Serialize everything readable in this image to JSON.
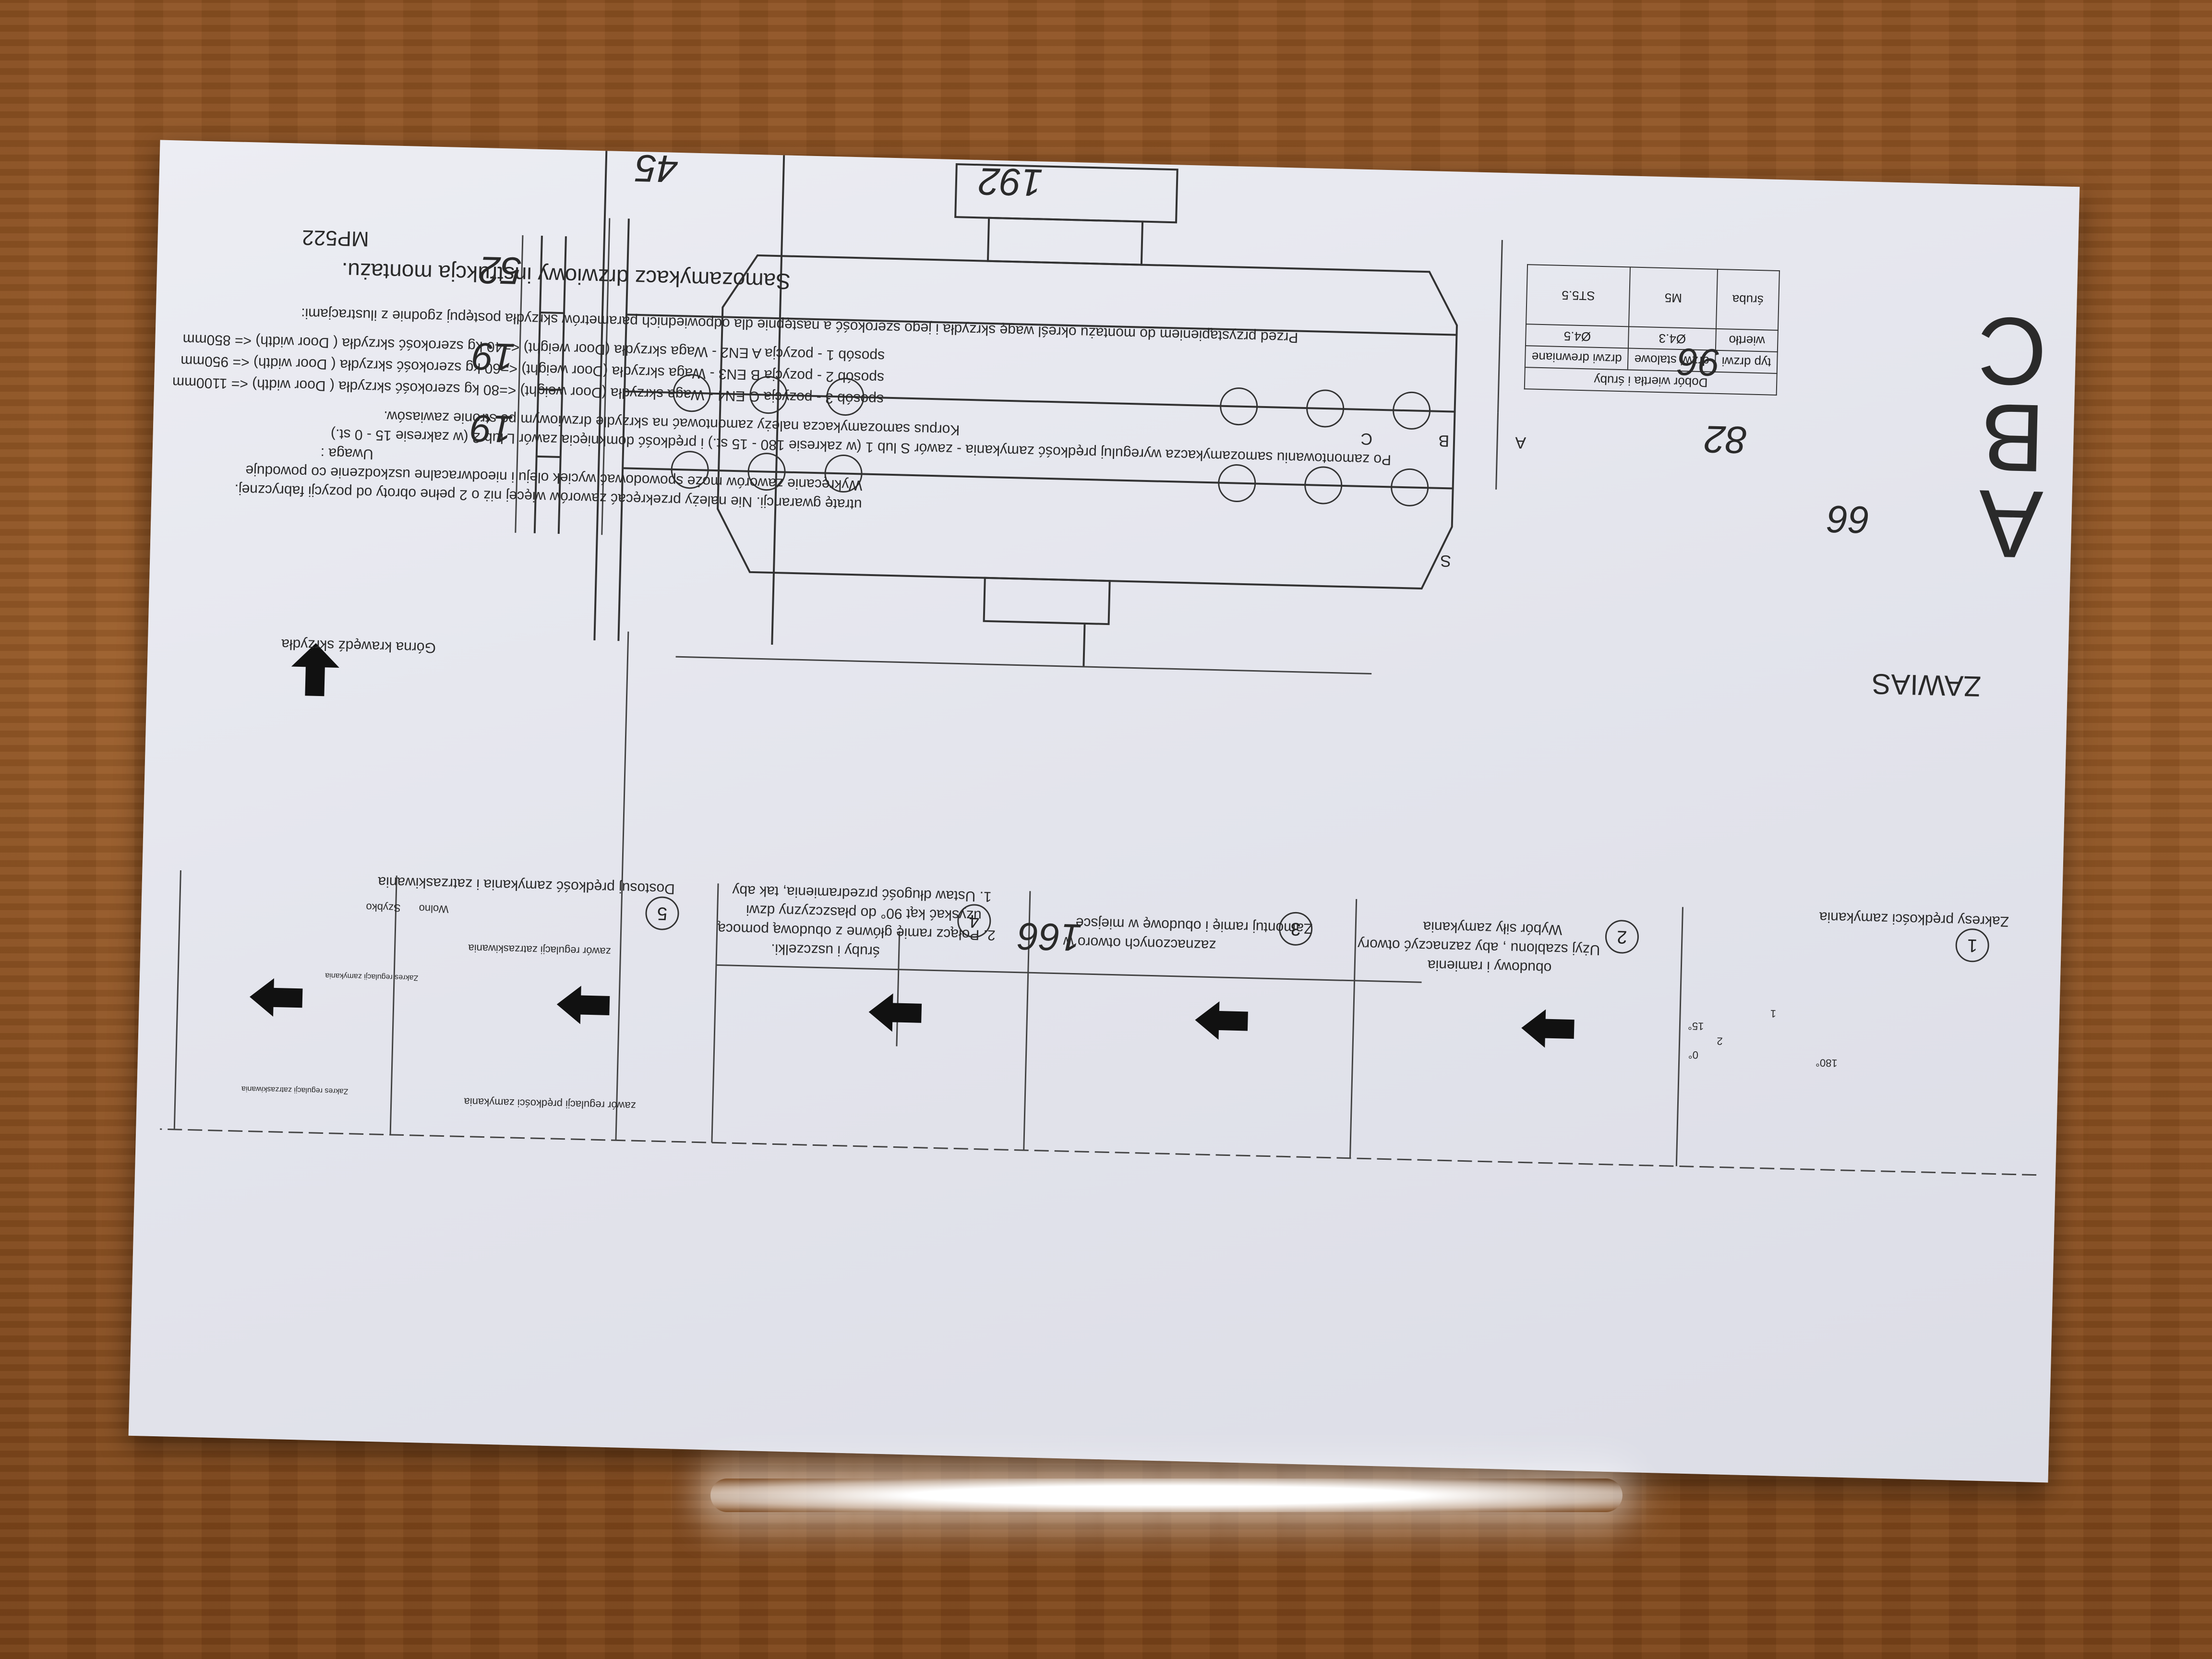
{
  "doc": {
    "model": "MP522",
    "title": "Samozamykacz drzwiowy instrukcja montażu.",
    "intro": "Przed przystąpieniem do montażu określ wagę skrzydła i jego szerokość a następnie dla odpowiednich parametrów skrzydła postępuj zgodnie z ilustracjami:",
    "methods": [
      "sposób 1 - pozycja A EN2 - Waga skrzydła (Door weight) <=40 kg szerokość skrzydła ( Door width) <=  850mm",
      "sposób 2 - pozycja B EN3 - Waga skrzydła (Door weight) <=60 kg szerokość skrzydła ( Door width) <=  950mm",
      "sposób 3 - pozycja C EN4 - Waga skrzydła (Door weight) <=80 kg szerokość skrzydła ( Door width) <= 1100mm"
    ],
    "mount_note_1": "Korpus samozamykacza należy zamontować na skrzydle drzwiowym po stronie zawiasów.",
    "mount_note_2": "Po zamontowaniu samozamykacza wyreguluj prędkość zamykania - zawór S lub 1 (w zakresie 180 - 15 st.) i prędkość domknięcia zawór L lub 2 (w zakresie 15 - 0 st.)",
    "warning_label": "Uwaga :",
    "warning_1": "Wykręcanie zaworów może spowodować wyciek oleju i nieodwracalne uszkodzenie co powoduje",
    "warning_2": "utratę gwarancji. Nie należy przekręcać zaworów więcej niż o 2 pełne obroty od pozycji fabrycznej."
  },
  "screw_table": {
    "title": "Dobór wiertła i śruby",
    "col_door": "typ drzwi",
    "col_steel": "drzwi stalowe",
    "col_wood": "drzwi drewniane",
    "row_drill": "wiertło",
    "drill_steel": "Ø4.3",
    "drill_wood": "Ø4.5",
    "row_screw": "śruba",
    "screw_steel": "M5",
    "screw_wood": "ST5.5"
  },
  "template": {
    "hinge_label": "ZAWIAS",
    "top_edge_label": "Górna krawędź skrzydła",
    "positions": [
      "A",
      "B",
      "C"
    ],
    "dim_166": "166",
    "dim_192": "192",
    "dim_45": "45",
    "dim_52": "52",
    "dim_19a": "19",
    "dim_19b": "19",
    "dim_66": "66",
    "dim_82": "82",
    "dim_96": "96",
    "hole_s": "S",
    "hole_a": "A",
    "hole_b": "B",
    "hole_c": "C"
  },
  "steps": [
    {
      "num": "1",
      "caption": "Zakresy prędkości zamykania",
      "labels": [
        "180°",
        "1",
        "2",
        "15°",
        "0°"
      ]
    },
    {
      "num": "2",
      "caption_1": "Wybór siły zamykania",
      "caption_2": "Użyj szablonu , aby zaznaczyć otwory",
      "caption_3": "obudowy i ramienia"
    },
    {
      "num": "3",
      "caption_1": "Zamontuj ramię i obudowę w miejsce",
      "caption_2": "zaznaczonych otworo w"
    },
    {
      "num": "4",
      "caption_1": "1. Ustaw długość przedramienia, tak aby",
      "caption_2": "uzyskać kąt 90° do płaszczyzny dzwi",
      "caption_3": "2. Połącz ramię główne z obudową pomocą",
      "caption_4": "śruby i uszczelki."
    },
    {
      "num": "5",
      "caption": "Dostosuj prędkość zamykania i zatrzaskiwania",
      "label_close": "zawór regulacji prędkości zamykania",
      "label_latch": "zawór regulacji zatrzaskiwania",
      "label_fast": "Szybko",
      "label_slow": "Wolno",
      "label_zone_1": "Zakres regulacji zamykania",
      "label_zone_2": "Zakres regulacji zatrzaskiwania"
    }
  ]
}
